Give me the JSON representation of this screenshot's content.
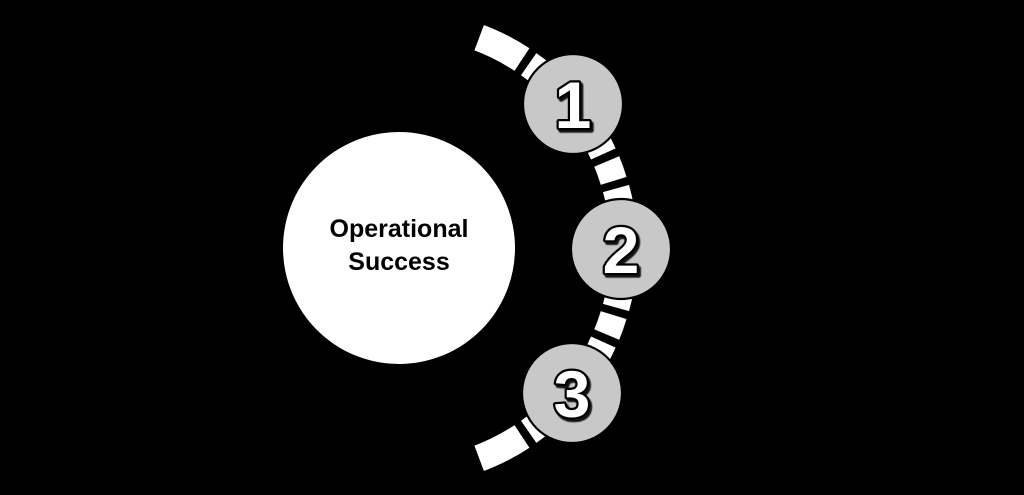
{
  "diagram": {
    "background_color": "#000000",
    "arc_fill": "#ffffff",
    "outline_color": "#000000",
    "step_circle_fill": "#c8c8c8",
    "step_number_color": "#ffffff",
    "center_circle": {
      "label_line1": "Operational",
      "label_line2": "Success",
      "fill": "#ffffff",
      "text_color": "#000000"
    },
    "steps": [
      {
        "number": "1"
      },
      {
        "number": "2"
      },
      {
        "number": "3"
      }
    ]
  }
}
